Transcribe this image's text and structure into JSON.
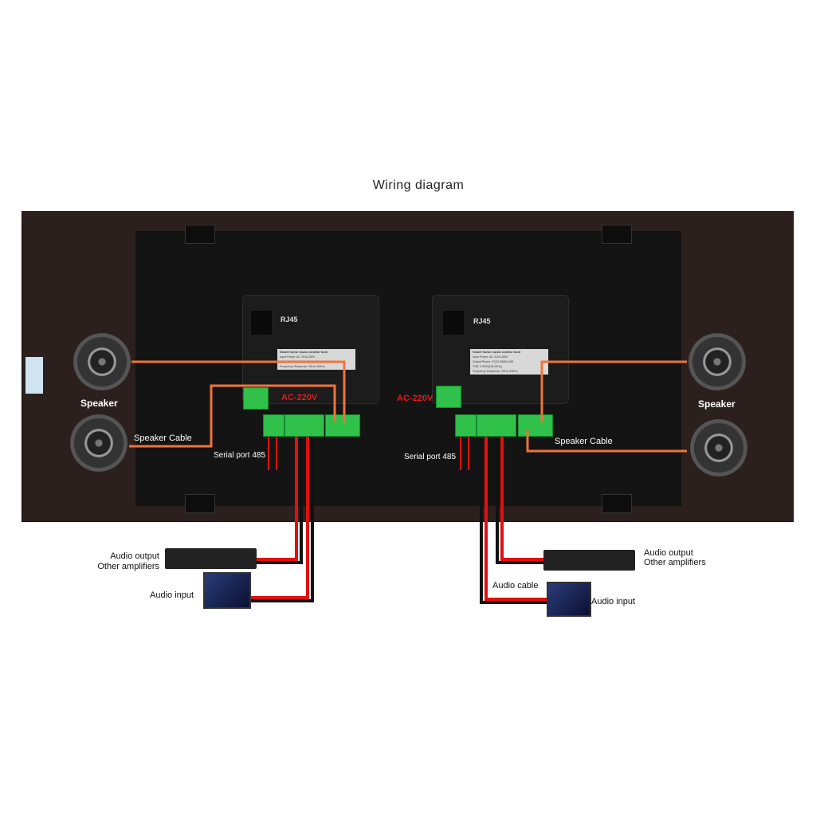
{
  "title": "Wiring diagram",
  "labels": {
    "rj45": "RJ45",
    "ac": "AC-220V",
    "speaker": "Speaker",
    "speaker_cable": "Speaker Cable",
    "serial": "Serial port 485",
    "audio_output": "Audio output",
    "other_amps": "Other amplifiers",
    "audio_input": "Audio input",
    "audio_cable": "Audio cable"
  },
  "info_left": [
    "Smart home music control host",
    "Input Power: AC 110V-250V",
    "THD: 0.03%(1W,1KHz)",
    "Frequency Response: 20Hz-20KHz"
  ],
  "info_right": [
    "Smart home music control host",
    "Input Power: AC 110V-250V",
    "Output Power: 2*(10-25W)/4-8Ω",
    "THD: 0.03%(1W,1KHz)",
    "Frequency Response: 20Hz-20KHz"
  ],
  "colors": {
    "cable": "#f0733a",
    "terminal": "#2fc14a",
    "wire_red": "#e01010"
  }
}
